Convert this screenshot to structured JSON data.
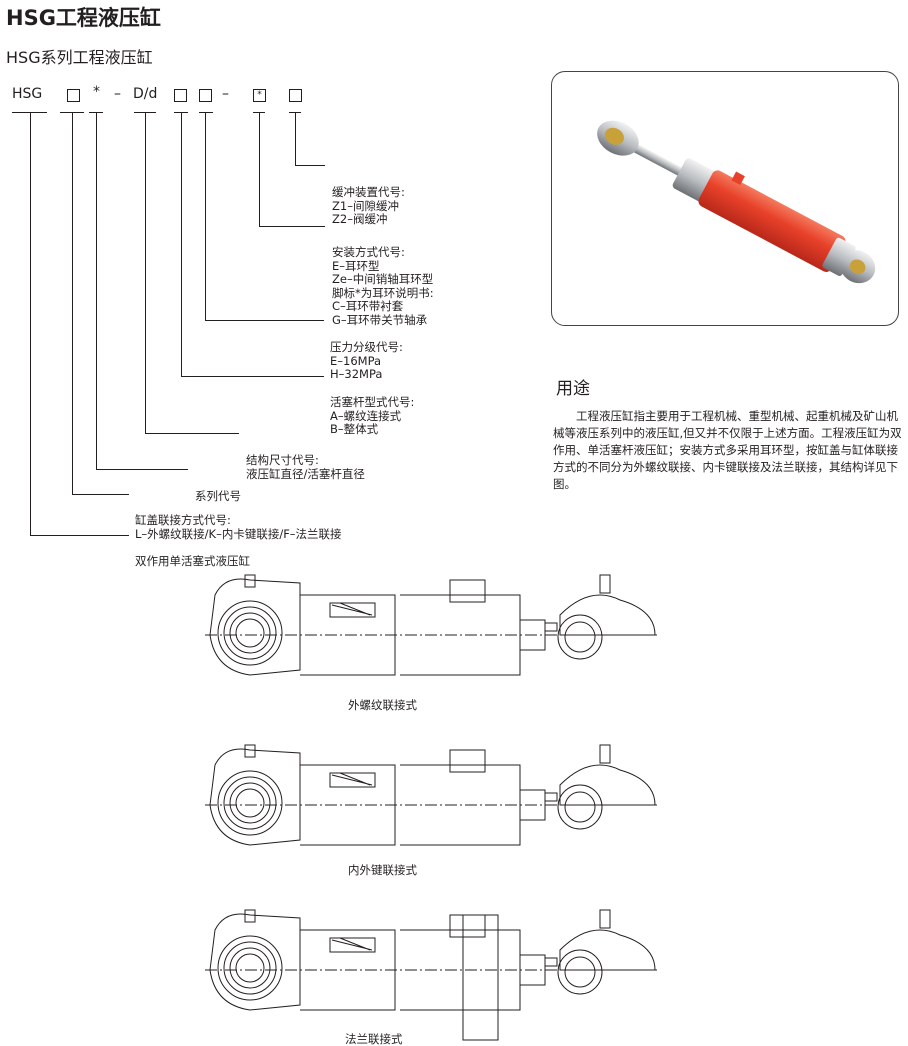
{
  "title": "HSG工程液压缸",
  "subtitle": "HSG系列工程液压缸",
  "code": {
    "prefix": "HSG",
    "star": "*",
    "dash1": "–",
    "dd": "D/d",
    "dash2": "–",
    "boxed_star": "*"
  },
  "legend": {
    "buffer": [
      "缓冲装置代号:",
      "Z1–间隙缓冲",
      "Z2–阀缓冲"
    ],
    "mount": [
      "安装方式代号:",
      "E–耳环型",
      "Ze–中间销轴耳环型",
      "脚标*为耳环说明书:",
      "C–耳环带衬套",
      "G–耳环带关节轴承"
    ],
    "pressure": [
      "压力分级代号:",
      "E–16MPa",
      "H–32MPa"
    ],
    "rod": [
      "活塞杆型式代号:",
      "A–螺纹连接式",
      "B–整体式"
    ],
    "size": [
      "结构尺寸代号:",
      "液压缸直径/活塞杆直径"
    ],
    "series": [
      "系列代号"
    ],
    "cover": [
      "缸盖联接方式代号:",
      "L–外螺纹联接/K–内卡键联接/F–法兰联接"
    ],
    "type": [
      "双作用单活塞式液压缸"
    ]
  },
  "usage": {
    "heading": "用途",
    "text": "工程液压缸指主要用于工程机械、重型机械、起重机械及矿山机械等液压系列中的液压缸,但又并不仅限于上述方面。工程液压缸为双作用、单活塞杆液压缸；安装方式多采用耳环型，按缸盖与缸体联接方式的不同分为外螺纹联接、内卡键联接及法兰联接，其结构详见下图。"
  },
  "drawings": [
    {
      "caption": "外螺纹联接式"
    },
    {
      "caption": "内外键联接式"
    },
    {
      "caption": "法兰联接式"
    }
  ],
  "colors": {
    "cylinder": "#e8412a",
    "text": "#231f20"
  }
}
